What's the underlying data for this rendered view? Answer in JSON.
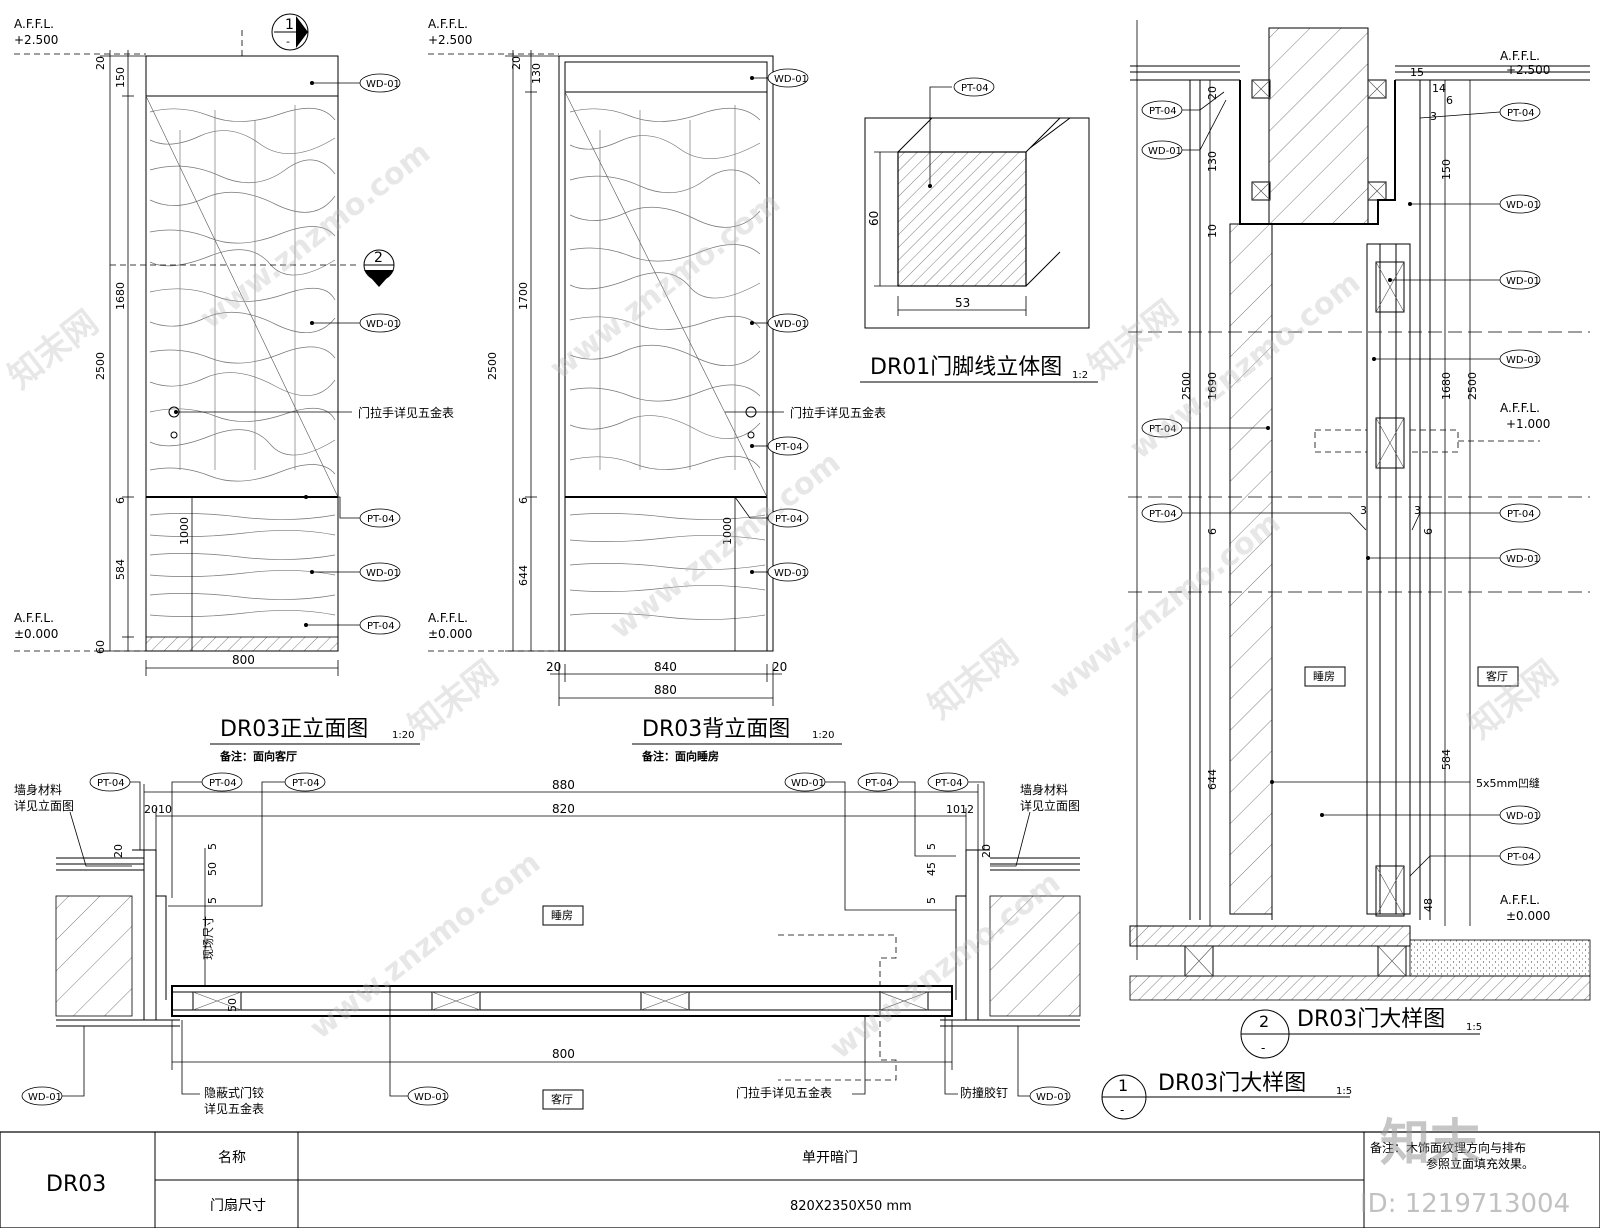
{
  "levels": {
    "affl": "A.F.F.L.",
    "top": "+2.500",
    "zero": "±0.000",
    "mid": "+1.000"
  },
  "tags": {
    "wd": "WD-01",
    "pt": "PT-04"
  },
  "notes": {
    "handle": "门拉手详见五金表",
    "wall_l1": "墙身材料",
    "wall_l2": "详见立面图",
    "hinge_l1": "隐蔽式门铰",
    "hinge_l2": "详见五金表",
    "bumper": "防撞胶钉",
    "site": "现场尺寸",
    "groove": "5x5mm凹缝"
  },
  "rooms": {
    "bedroom": "睡房",
    "living": "客厅"
  },
  "titles": {
    "front": "DR03正立面图",
    "front_scale": "1:20",
    "front_note": "备注：面向客厅",
    "back": "DR03背立面图",
    "back_scale": "1:20",
    "back_note": "备注：面向睡房",
    "foot": "DR01门脚线立体图",
    "foot_scale": "1:2",
    "detail": "DR03门大样图",
    "detail_scale": "1:5"
  },
  "markers": {
    "one": "1",
    "two": "2",
    "dash": "-"
  },
  "dims": {
    "d20": "20",
    "d150": "150",
    "d1680": "1680",
    "d2500": "2500",
    "d6": "6",
    "d584": "584",
    "d60": "60",
    "d1000": "1000",
    "d800": "800",
    "d130": "130",
    "d1700": "1700",
    "d644": "644",
    "d840": "840",
    "d880": "880",
    "d53": "53",
    "d820": "820",
    "d2010": "2010",
    "d1012": "1012",
    "d50": "50",
    "d5": "5",
    "d45": "45",
    "d15": "15",
    "d14": "14",
    "d3": "3",
    "d10": "10",
    "d1690": "1690",
    "d48": "48"
  },
  "table": {
    "code": "DR03",
    "name_label": "名称",
    "name_value": "单开暗门",
    "size_label": "门扇尺寸",
    "size_value": "820X2350X50 mm",
    "remark_l1": "备注：木饰面纹理方向与排布",
    "remark_l2": "参照立面填充效果。"
  },
  "watermark": {
    "site": "www.znzmo.com",
    "brand": "知末网",
    "logo": "知末",
    "id": "ID: 1219713004"
  }
}
